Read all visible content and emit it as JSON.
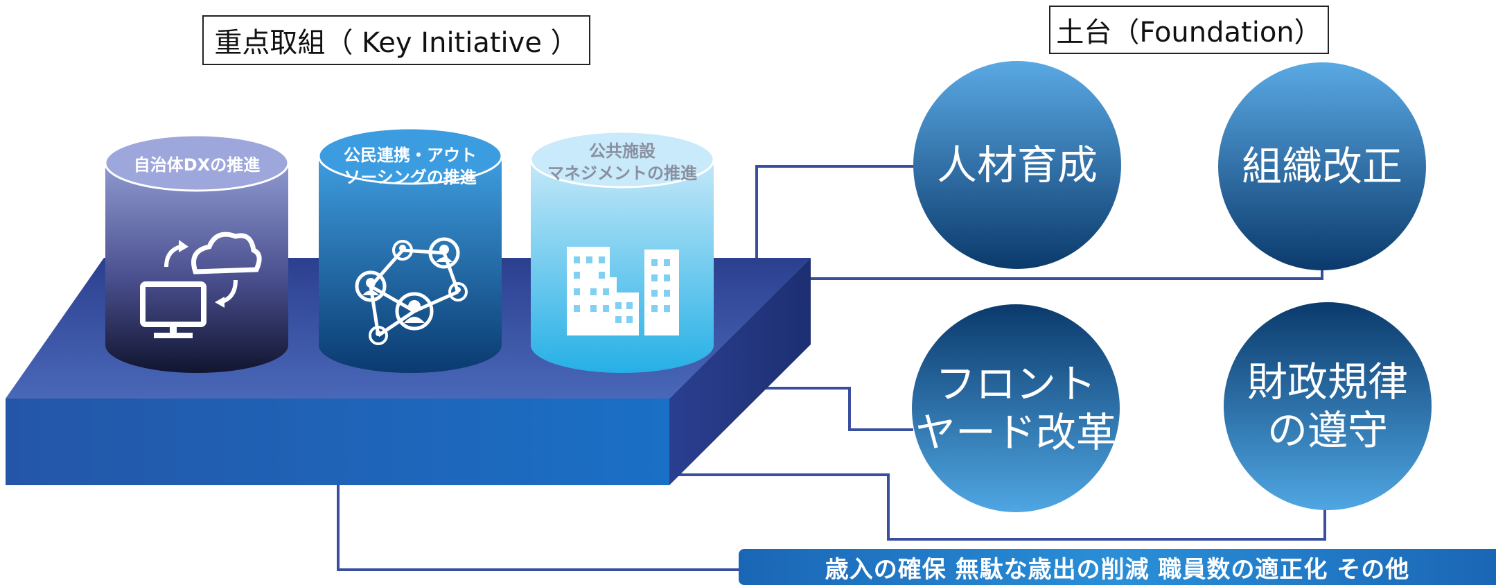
{
  "headers": {
    "key_initiative": "重点取組（ Key Initiative ）",
    "foundation": "土台（Foundation）"
  },
  "initiatives": [
    {
      "label": "自治体DXの推進",
      "icon": "computer-cloud-sync-icon"
    },
    {
      "label": "公民連携・アウト\nソーシングの推進",
      "icon": "people-network-icon"
    },
    {
      "label": "公共施設\nマネジメントの推進",
      "icon": "buildings-icon"
    }
  ],
  "foundations": [
    {
      "label": "人材育成"
    },
    {
      "label": "組織改正"
    },
    {
      "label": "フロント\nヤード改革"
    },
    {
      "label": "財政規律\nの遵守"
    }
  ],
  "banner": "歳入の確保  無駄な歳出の削減  職員数の適正化  その他",
  "colors": {
    "platform_top": "#3550a4",
    "platform_front": "#1f6cc0",
    "connector": "#3a4ea0",
    "circle_dark": "#0b3a6c",
    "circle_light": "#4aa2de"
  }
}
